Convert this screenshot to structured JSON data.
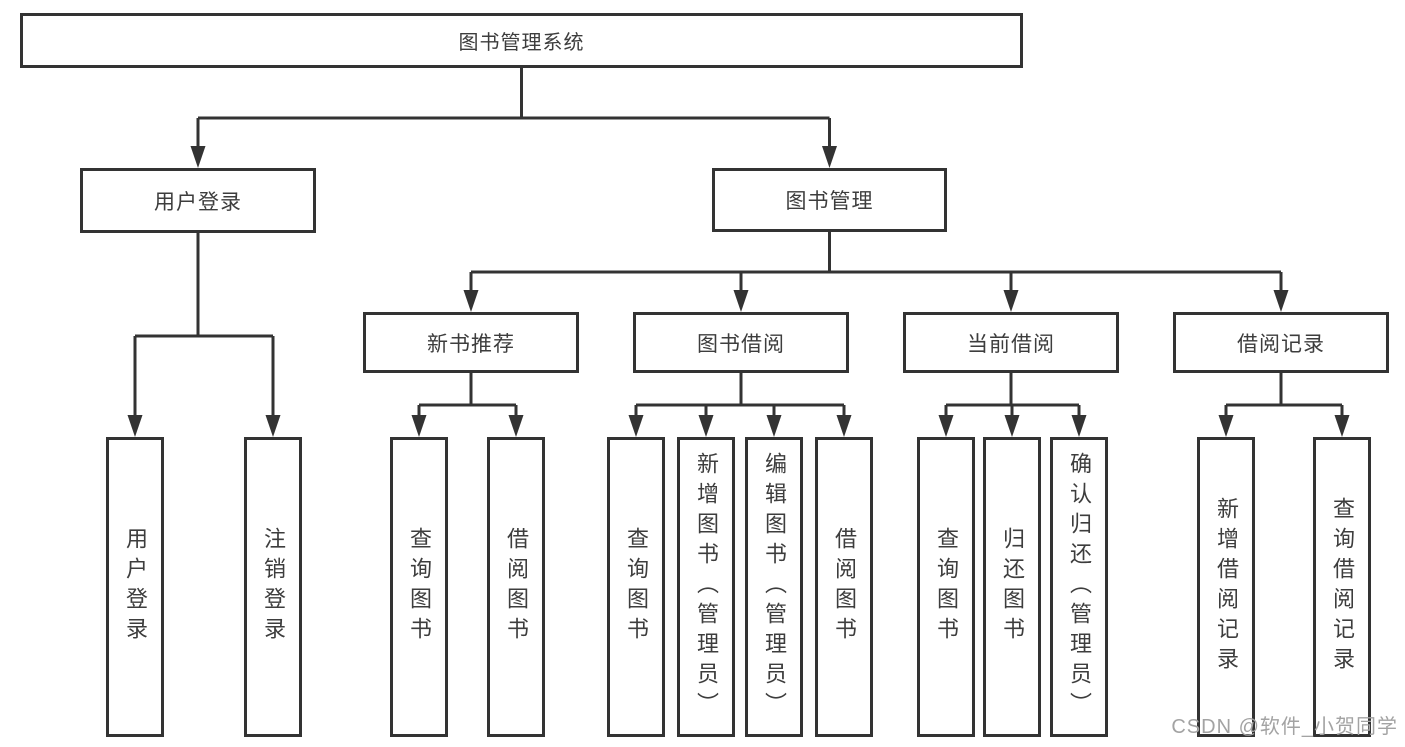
{
  "diagram": {
    "root": {
      "label": "图书管理系统"
    },
    "level1": [
      {
        "label": "用户登录"
      },
      {
        "label": "图书管理"
      }
    ],
    "level2": [
      {
        "label": "新书推荐"
      },
      {
        "label": "图书借阅"
      },
      {
        "label": "当前借阅"
      },
      {
        "label": "借阅记录"
      }
    ],
    "leaves": {
      "user_login": [
        {
          "label": "用户登录"
        },
        {
          "label": "注销登录"
        }
      ],
      "new_book": [
        {
          "label": "查询图书"
        },
        {
          "label": "借阅图书"
        }
      ],
      "book_borrow": [
        {
          "label": "查询图书"
        },
        {
          "label": "新增图书（管理员）"
        },
        {
          "label": "编辑图书（管理员）"
        },
        {
          "label": "借阅图书"
        }
      ],
      "current_borrow": [
        {
          "label": "查询图书"
        },
        {
          "label": "归还图书"
        },
        {
          "label": "确认归还（管理员）"
        }
      ],
      "borrow_records": [
        {
          "label": "新增借阅记录"
        },
        {
          "label": "查询借阅记录"
        }
      ]
    }
  },
  "watermark": {
    "text": "CSDN @软件_小贺同学"
  },
  "colors": {
    "line": "#333333",
    "box_border": "#333333",
    "text": "#3d3d3d",
    "background": "#ffffff",
    "watermark": "#a3a3a3"
  }
}
